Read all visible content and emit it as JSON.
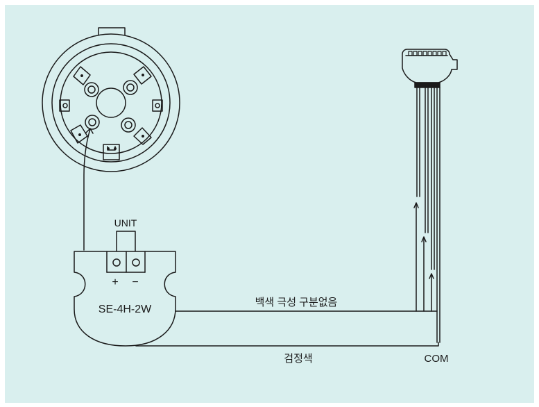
{
  "diagram": {
    "background_color": "#d9efee",
    "line_color": "#1a1a1a",
    "labels": {
      "unit": "UNIT",
      "plus": "+",
      "minus": "−",
      "model": "SE-4H-2W",
      "white_wire": "백색 극성 구분없음",
      "black_wire": "검정색",
      "com": "COM"
    }
  }
}
